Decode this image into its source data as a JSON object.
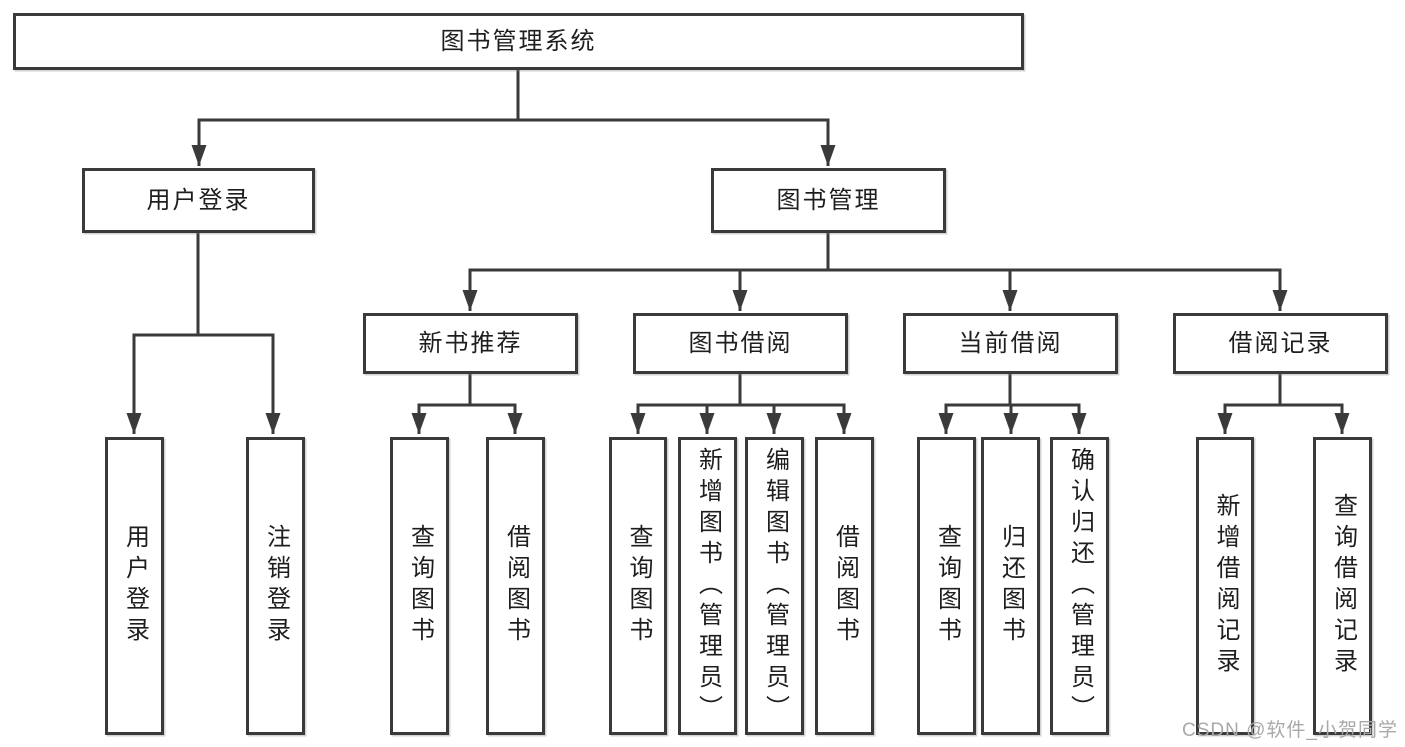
{
  "diagram": {
    "root": {
      "label": "图书管理系统"
    },
    "level2": [
      {
        "label": "用户登录"
      },
      {
        "label": "图书管理"
      }
    ],
    "level3": [
      {
        "label": "新书推荐"
      },
      {
        "label": "图书借阅"
      },
      {
        "label": "当前借阅"
      },
      {
        "label": "借阅记录"
      }
    ],
    "leaves": [
      {
        "label": "用户登录"
      },
      {
        "label": "注销登录"
      },
      {
        "label": "查询图书"
      },
      {
        "label": "借阅图书"
      },
      {
        "label": "查询图书"
      },
      {
        "label": "新增图书（管理员）"
      },
      {
        "label": "编辑图书（管理员）"
      },
      {
        "label": "借阅图书"
      },
      {
        "label": "查询图书"
      },
      {
        "label": "归还图书"
      },
      {
        "label": "确认归还（管理员）"
      },
      {
        "label": "新增借阅记录"
      },
      {
        "label": "查询借阅记录"
      }
    ],
    "watermark": "CSDN @软件_小贺同学",
    "colors": {
      "line": "#3a3a3a",
      "text": "#1e1e1e",
      "watermark": "#a9a9a9",
      "background": "#ffffff"
    }
  }
}
